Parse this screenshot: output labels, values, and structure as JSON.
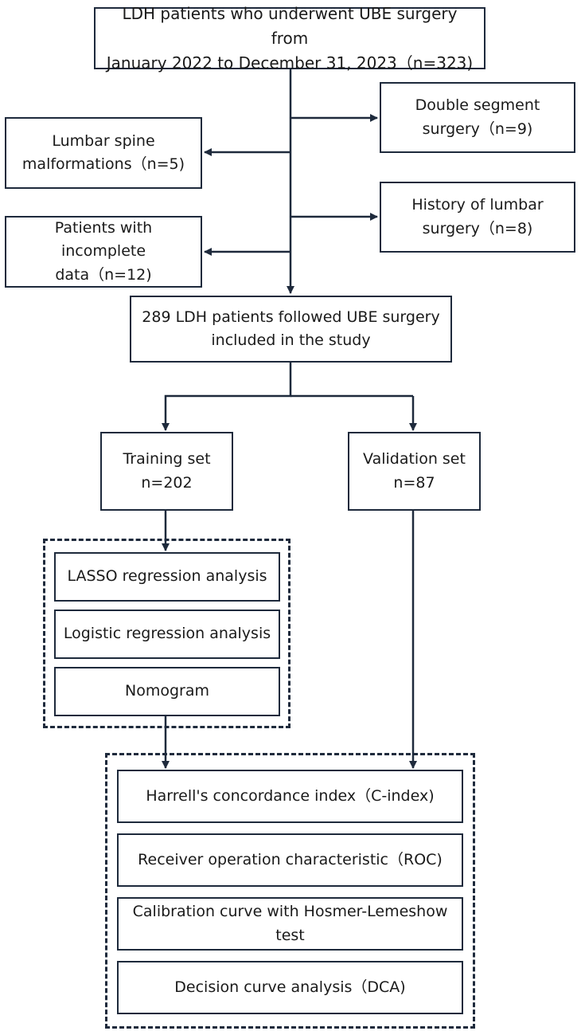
{
  "start": {
    "line1": "LDH patients who underwent UBE surgery from",
    "line2": "January 2022 to December 31, 2023（n=323)"
  },
  "exclusions": {
    "double_segment": {
      "line1": "Double segment",
      "line2": "surgery（n=9)"
    },
    "malformations": {
      "line1": "Lumbar spine",
      "line2": "malformations（n=5)"
    },
    "lumbar_history": {
      "line1": "History of lumbar",
      "line2": "surgery（n=8)"
    },
    "incomplete_data": {
      "line1": "Patients with incomplete",
      "line2": "data（n=12)"
    }
  },
  "included": {
    "line1": "289 LDH patients followed UBE surgery",
    "line2": "included in the study"
  },
  "training": {
    "line1": "Training set",
    "line2": "n=202"
  },
  "validation": {
    "line1": "Validation set",
    "line2": "n=87"
  },
  "modeling_steps": [
    "LASSO regression analysis",
    "Logistic regression analysis",
    "Nomogram"
  ],
  "evaluation_steps": [
    "Harrell's concordance index（C-index)",
    "Receiver operation characteristic（ROC)",
    "Calibration curve with Hosmer-Lemeshow test",
    "Decision curve analysis（DCA)"
  ]
}
